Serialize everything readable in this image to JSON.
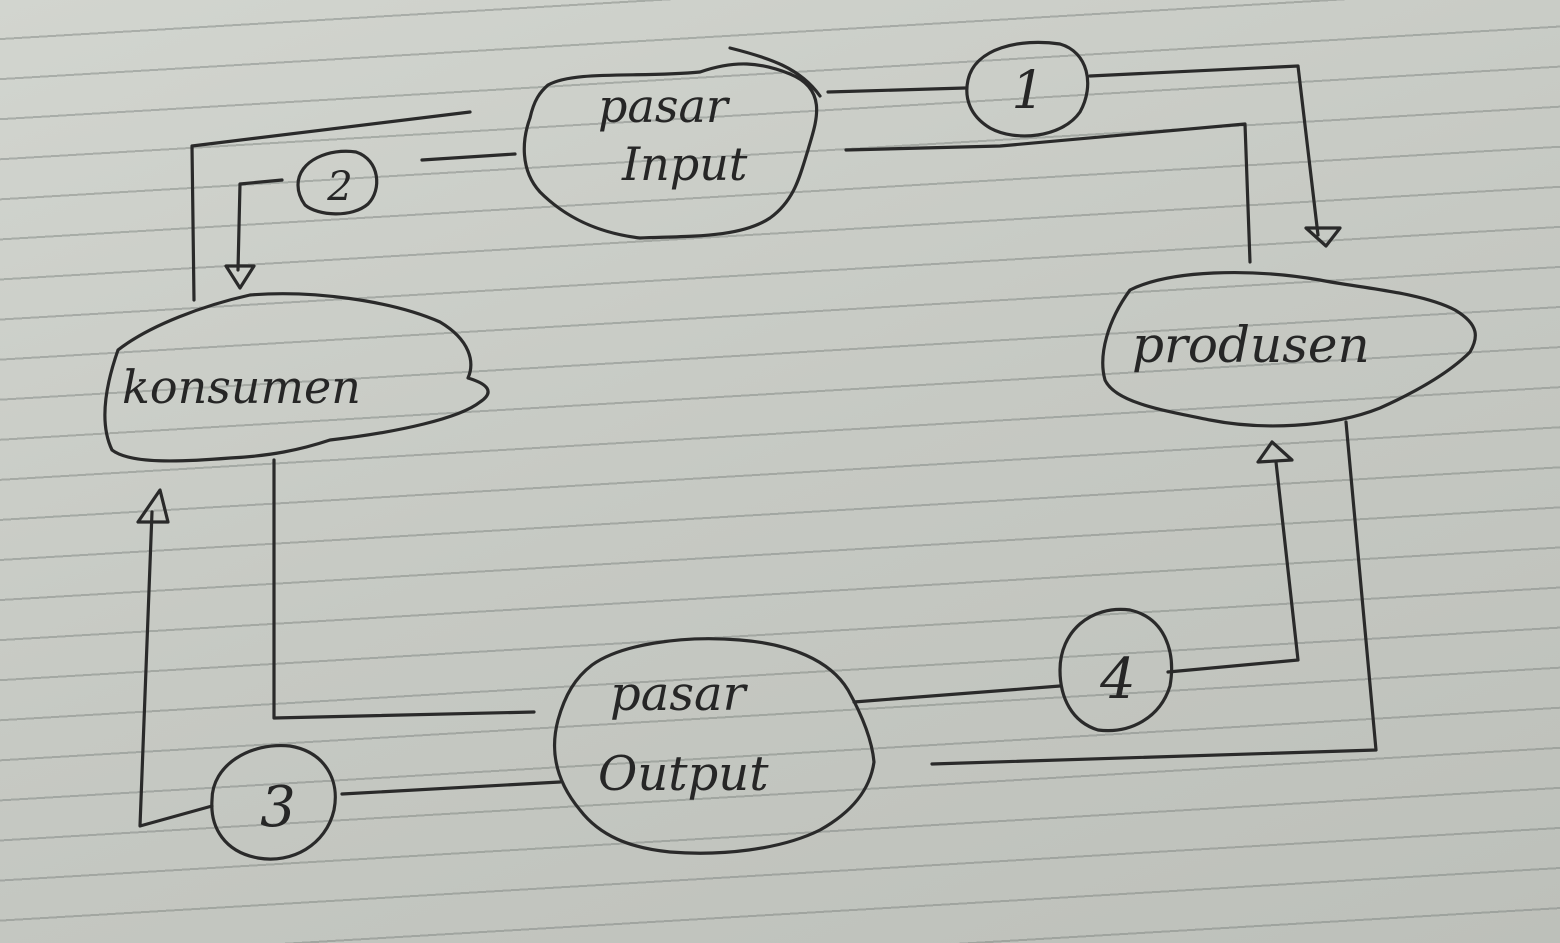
{
  "nodes": {
    "pasar_input": {
      "line1": "pasar",
      "line2": "Input"
    },
    "produsen": {
      "label": "produsen"
    },
    "konsumen": {
      "label": "konsumen"
    },
    "pasar_output": {
      "line1": "pasar",
      "line2": "Output"
    }
  },
  "flows": {
    "flow1": "1",
    "flow2": "2",
    "flow3": "3",
    "flow4": "4"
  }
}
